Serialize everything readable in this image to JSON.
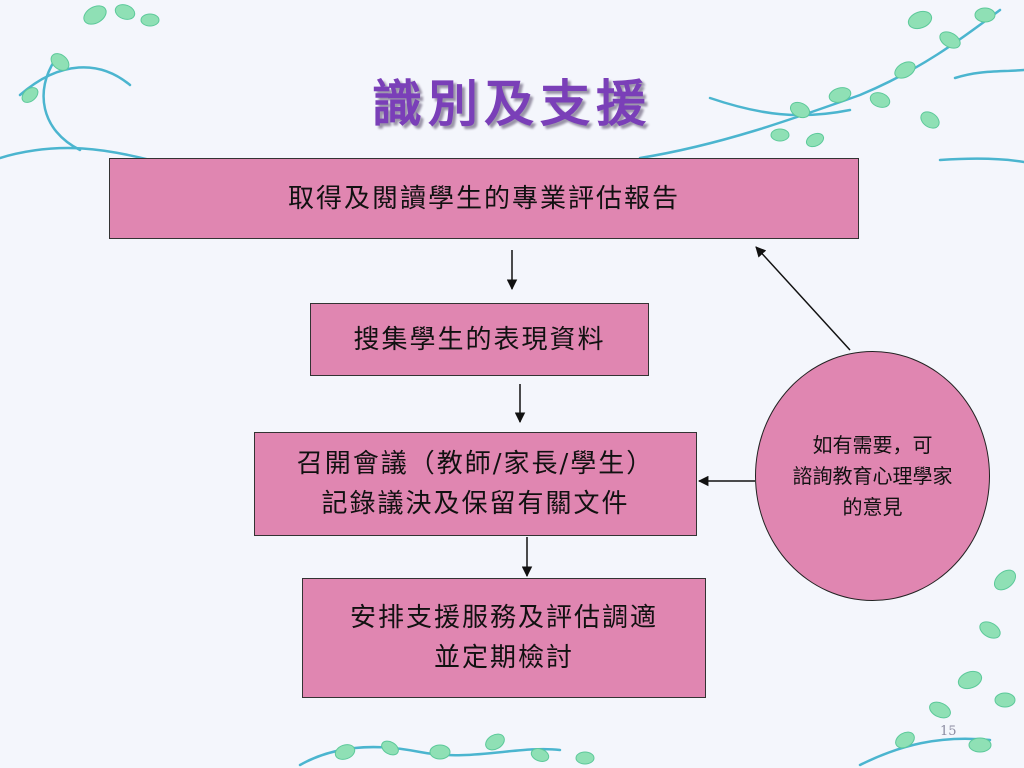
{
  "slide": {
    "title": "識別及支援",
    "page_number": "15"
  },
  "flowchart": {
    "step1": "取得及閱讀學生的專業評估報告",
    "step2": "搜集學生的表現資料",
    "step3_line1": "召開會議（教師/家長/學生）",
    "step3_line2": "記錄議決及保留有關文件",
    "step4_line1": "安排支援服務及評估調適",
    "step4_line2": "並定期檢討",
    "side_line1": "如有需要，可",
    "side_line2": "諮詢教育心理學家",
    "side_line3": "的意見"
  },
  "colors": {
    "box_fill": "#e086b1",
    "title": "#7a3fb8",
    "vine": "#4bb5cf",
    "leaf": "#8fe0b5"
  }
}
